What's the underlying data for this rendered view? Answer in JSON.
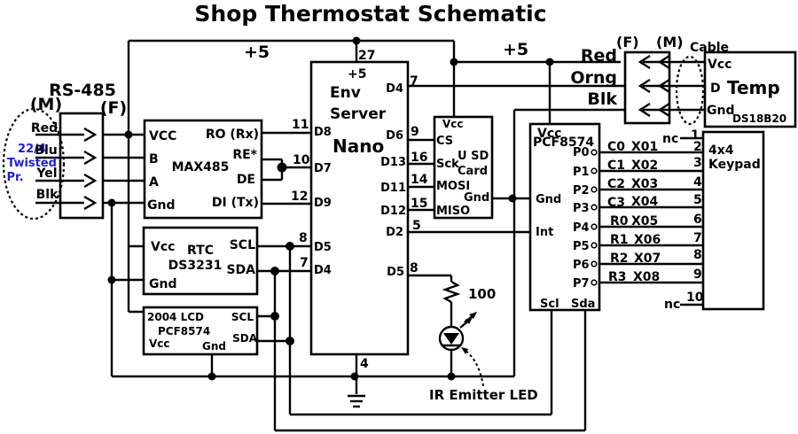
{
  "title": "Shop Thermostat Schematic",
  "power": {
    "plus5_left": "+5",
    "plus5_right": "+5"
  },
  "rs485": {
    "title": "RS-485",
    "male": "(M)",
    "female": "(F)",
    "cable_label": [
      "22/4",
      "Twisted",
      "Pr."
    ],
    "wires": [
      "Red",
      "Blu",
      "Yel",
      "Blk"
    ]
  },
  "max485": {
    "name": "MAX485",
    "pins": [
      "VCC",
      "B",
      "A",
      "Gnd",
      "RO (Rx)",
      "RE*",
      "DE",
      "DI (Tx)"
    ]
  },
  "rtc": {
    "name": [
      "RTC",
      "DS3231"
    ],
    "pins": [
      "Vcc",
      "Gnd",
      "SCL",
      "SDA"
    ]
  },
  "lcd": {
    "name": [
      "2004 LCD",
      "PCF8574"
    ],
    "pins": [
      "Vcc",
      "Gnd",
      "SCL",
      "SDA"
    ]
  },
  "nano": {
    "name": [
      "Env",
      "Server",
      "Nano"
    ],
    "top": {
      "label": "+5",
      "pin": "27"
    },
    "bottom_pin": "4",
    "left_pins": [
      {
        "num": "11",
        "label": "D8"
      },
      {
        "num": "10",
        "label": "D7"
      },
      {
        "num": "12",
        "label": "D9"
      },
      {
        "num": "8",
        "label": "D5"
      },
      {
        "num": "7",
        "label": "D4"
      }
    ],
    "right_pins": [
      {
        "label": "D4",
        "num": "7"
      },
      {
        "label": "D6",
        "num": "9"
      },
      {
        "label": "D13",
        "num": "16"
      },
      {
        "label": "D11",
        "num": "14"
      },
      {
        "label": "D12",
        "num": "15"
      },
      {
        "label": "D2",
        "num": "5"
      },
      {
        "label": "D5",
        "num": "8"
      }
    ]
  },
  "sdcard": {
    "name": [
      "U SD",
      "Card"
    ],
    "pins": [
      "Vcc",
      "CS",
      "Sck",
      "MOSI",
      "Gnd",
      "MISO"
    ]
  },
  "pcf": {
    "name": "PCF8574",
    "pins": [
      "Vcc",
      "Gnd",
      "Int",
      "Scl",
      "Sda"
    ],
    "ports": [
      "P0",
      "P1",
      "P2",
      "P3",
      "P4",
      "P5",
      "P6",
      "P7"
    ]
  },
  "keypad": {
    "name": [
      "4x4",
      "Keypad"
    ],
    "pins": [
      "1",
      "2",
      "3",
      "4",
      "5",
      "6",
      "7",
      "8",
      "9",
      "10"
    ],
    "nc": "nc",
    "rows": [
      {
        "sig": "C0",
        "x": "X01"
      },
      {
        "sig": "C1",
        "x": "X02"
      },
      {
        "sig": "C2",
        "x": "X03"
      },
      {
        "sig": "C3",
        "x": "X04"
      },
      {
        "sig": "R0",
        "x": "X05"
      },
      {
        "sig": "R1",
        "x": "X06"
      },
      {
        "sig": "R2",
        "x": "X07"
      },
      {
        "sig": "R3",
        "x": "X08"
      }
    ]
  },
  "temp": {
    "name": "Temp",
    "part": "DS18B20",
    "pins": [
      "Vcc",
      "D",
      "Gnd"
    ],
    "cable": "Cable",
    "female": "(F)",
    "male": "(M)",
    "wires": [
      "Red",
      "Orng",
      "Blk"
    ]
  },
  "resistor": "100",
  "ir_label": "IR Emitter LED"
}
